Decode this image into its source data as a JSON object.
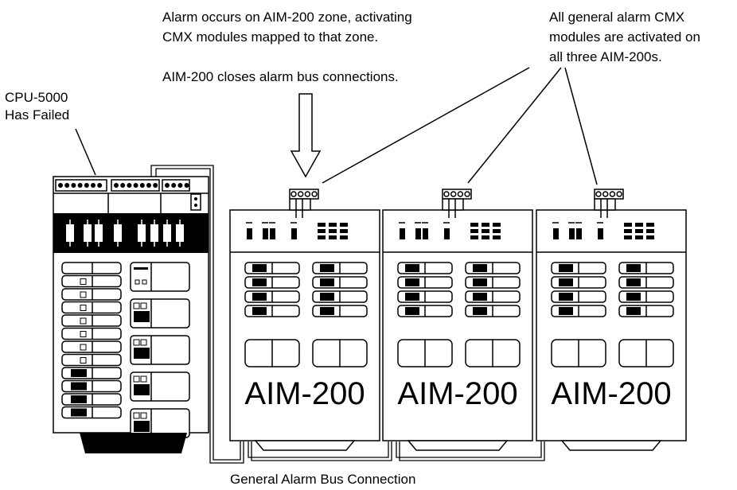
{
  "annotations": {
    "cpu_line1": "CPU-5000",
    "cpu_line2": "Has Failed",
    "alarm_line1": "Alarm occurs on AIM-200 zone, activating",
    "alarm_line2": "CMX modules mapped to that zone.",
    "bus_close": "AIM-200 closes alarm bus connections.",
    "general_line1": "All general alarm CMX",
    "general_line2": "modules are activated on",
    "general_line3": "all three AIM-200s.",
    "bus_connection": "General Alarm Bus Connection"
  },
  "modules": [
    {
      "label": "AIM-200"
    },
    {
      "label": "AIM-200"
    },
    {
      "label": "AIM-200"
    }
  ],
  "colors": {
    "ink": "#000000",
    "paper": "#ffffff"
  }
}
